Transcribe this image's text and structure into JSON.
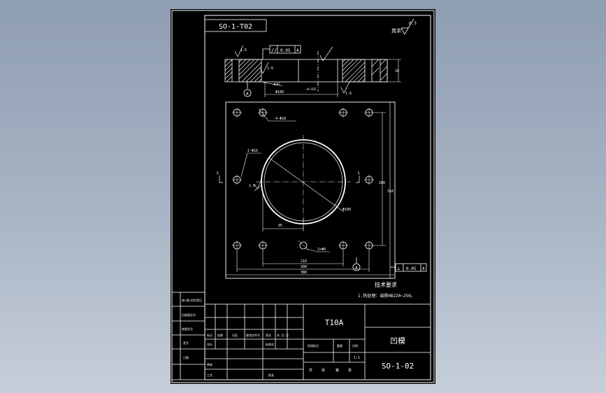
{
  "drawing_code_top": "SO-1-T02",
  "roughness_symbol": "其余",
  "roughness_value": "6.3",
  "section_view": {
    "parallel_tolerance": "//",
    "parallel_value": "0.05",
    "parallel_datum": "A",
    "chamfer_label": "1.6",
    "height_dim": "20",
    "datum_label": "A",
    "dim_hole": "1.6",
    "dim_bore": "Φ180",
    "dim_bore_tol": "+0.025",
    "small_dim": "1.6"
  },
  "plan_view": {
    "hole_callout": "4-Φ18",
    "pin_callout": "2-Φ16",
    "section_mark_left": "L",
    "section_mark_right": "L",
    "roughness": "1.6",
    "bore_dim": "Φ180",
    "half_dim": "95",
    "pin_note": "2×Φ6",
    "dims_bottom": [
      "210",
      "300",
      "380"
    ],
    "dims_right": [
      "280",
      "310"
    ],
    "datum_bottom": "A",
    "perp_tolerance": "⊥",
    "perp_value": "0.05",
    "perp_datum": "A"
  },
  "tech_requirements_title": "技术要求",
  "tech_requirements_text": "1.热处理：调质HB220~250。",
  "title_block": {
    "material": "T10A",
    "part_name": "凹模",
    "drawing_number": "SO-1-02",
    "scale": "1:1",
    "header_row": [
      "标记",
      "处数",
      "分区",
      "更改文件号",
      "签名",
      "年.月.日"
    ],
    "sign_rows": [
      "设计",
      "审核",
      "工艺"
    ],
    "standard_label": "标准化",
    "approve_label": "批准",
    "stage_label": "阶段标记",
    "weight_label": "重量",
    "ratio_label": "比例",
    "sheet_row": [
      "共",
      "张",
      "第",
      "张"
    ],
    "left_column": [
      "借(通)用件登记",
      "旧底图总号",
      "底图总号",
      "签字",
      "日期"
    ]
  }
}
